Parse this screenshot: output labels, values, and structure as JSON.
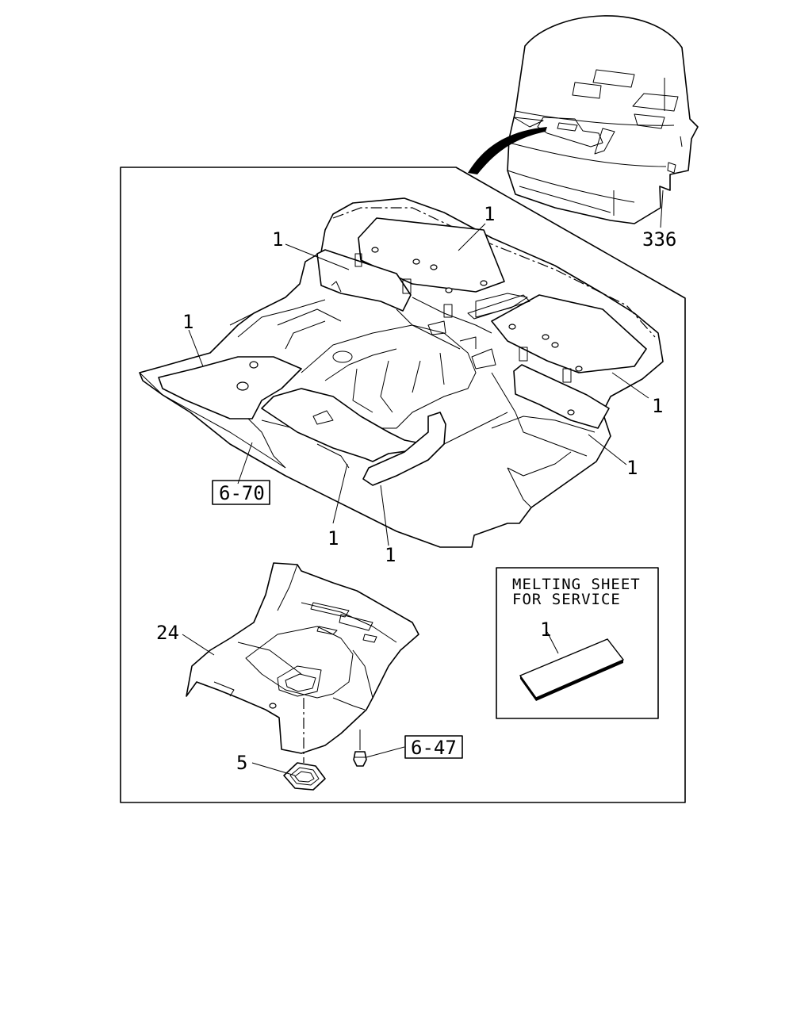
{
  "part_labels": {
    "cab_ref": "336",
    "upper_rear_left": "1",
    "upper_rear_right": "1",
    "left_floor": "1",
    "right_floor_outer": "1",
    "right_floor_inner": "1",
    "tunnel_left": "1",
    "tunnel_right": "1",
    "floor_insulator": "24",
    "grommet": "5",
    "service_sheet": "1"
  },
  "references": {
    "floor_panel": "6-70",
    "clip": "6-47"
  },
  "service_note": {
    "line1": "MELTING SHEET",
    "line2": "FOR SERVICE"
  }
}
